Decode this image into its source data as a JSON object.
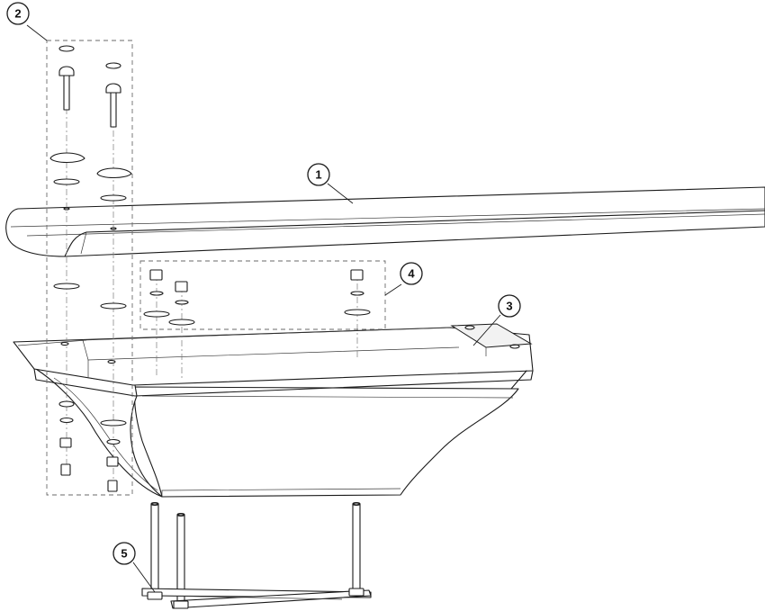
{
  "callouts": [
    {
      "id": "callout-1",
      "label": "1"
    },
    {
      "id": "callout-2",
      "label": "2"
    },
    {
      "id": "callout-3",
      "label": "3"
    },
    {
      "id": "callout-4",
      "label": "4"
    },
    {
      "id": "callout-5",
      "label": "5"
    }
  ]
}
